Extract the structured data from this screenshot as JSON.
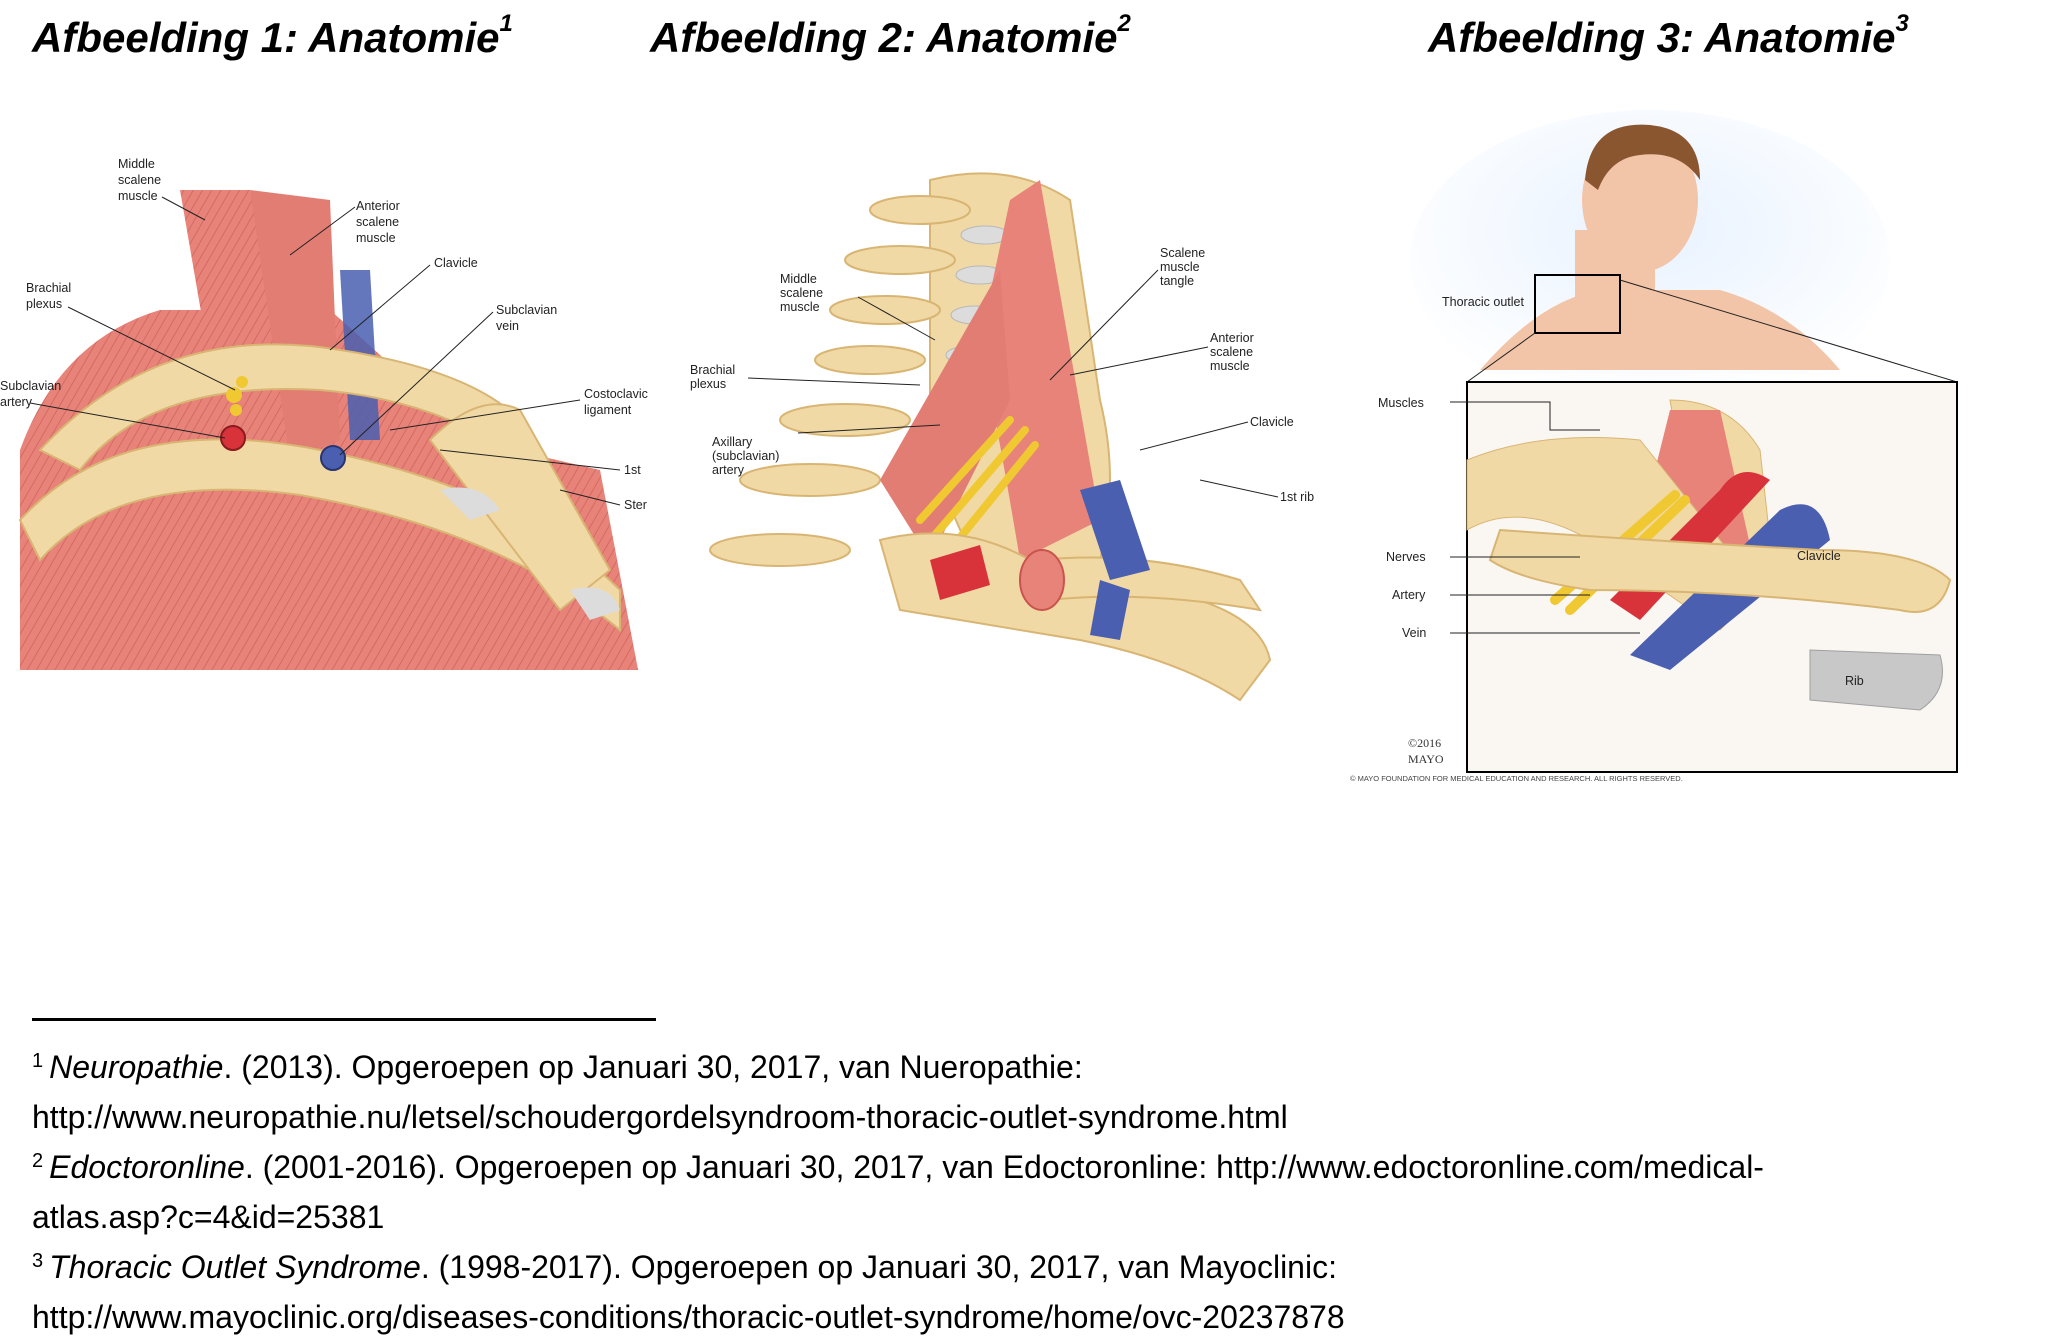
{
  "figures": [
    {
      "title": "Afbeelding 1: Anatomie",
      "ref": "1",
      "labels": {
        "middle_scalene": [
          "Middle",
          "scalene",
          "muscle"
        ],
        "anterior_scalene": [
          "Anterior",
          "scalene",
          "muscle"
        ],
        "clavicle": "Clavicle",
        "brachial_plexus": [
          "Brachial",
          "plexus"
        ],
        "subclavian_vein": [
          "Subclavian",
          "vein"
        ],
        "subclavian_artery": [
          "Subclavian",
          "artery"
        ],
        "costoclavic": [
          "Costoclavic",
          "ligament"
        ],
        "first": "1st",
        "ster": "Ster"
      }
    },
    {
      "title": "Afbeelding 2: Anatomie",
      "ref": "2",
      "labels": {
        "scalene_tangle": [
          "Scalene",
          "muscle",
          "tangle"
        ],
        "middle_scalene": [
          "Middle",
          "scalene",
          "muscle"
        ],
        "anterior_scalene": [
          "Anterior",
          "scalene",
          "muscle"
        ],
        "brachial_plexus": [
          "Brachial",
          "plexus"
        ],
        "clavicle": "Clavicle",
        "axillary": [
          "Axillary",
          "(subclavian)",
          "artery"
        ],
        "first_rib": "1st rib"
      }
    },
    {
      "title": "Afbeelding 3: Anatomie",
      "ref": "3",
      "labels": {
        "thoracic_outlet": "Thoracic outlet",
        "muscles": "Muscles",
        "clavicle": "Clavicle",
        "nerves": "Nerves",
        "artery": "Artery",
        "vein": "Vein",
        "rib": "Rib",
        "copyright_year": "©2016",
        "copyright_org": "MAYO",
        "footer": "© MAYO FOUNDATION FOR MEDICAL EDUCATION AND RESEARCH. ALL RIGHTS RESERVED."
      }
    }
  ],
  "footnotes": [
    {
      "num": "1",
      "title": "Neuropathie",
      "rest": ". (2013). Opgeroepen op Januari 30, 2017, van Nueropathie:",
      "line2": "http://www.neuropathie.nu/letsel/schoudergordelsyndroom-thoracic-outlet-syndrome.html"
    },
    {
      "num": "2",
      "title": "Edoctoronline",
      "rest": ". (2001-2016). Opgeroepen op Januari 30, 2017, van Edoctoronline: http://www.edoctoronline.com/medical-",
      "line2": "atlas.asp?c=4&id=25381"
    },
    {
      "num": "3",
      "title": "Thoracic Outlet Syndrome",
      "rest": ". (1998-2017). Opgeroepen op Januari 30, 2017, van Mayoclinic:",
      "line2": "http://www.mayoclinic.org/diseases-conditions/thoracic-outlet-syndrome/home/ovc-20237878"
    }
  ],
  "colors": {
    "muscle": "#e8837a",
    "muscle_dark": "#c9544d",
    "bone": "#f1d9a5",
    "bone_edge": "#d9b574",
    "artery": "#d8333a",
    "vein": "#4a5fb0",
    "nerve": "#f0c832",
    "cartilage": "#dcdcdc",
    "skin": "#f2c4a8"
  }
}
